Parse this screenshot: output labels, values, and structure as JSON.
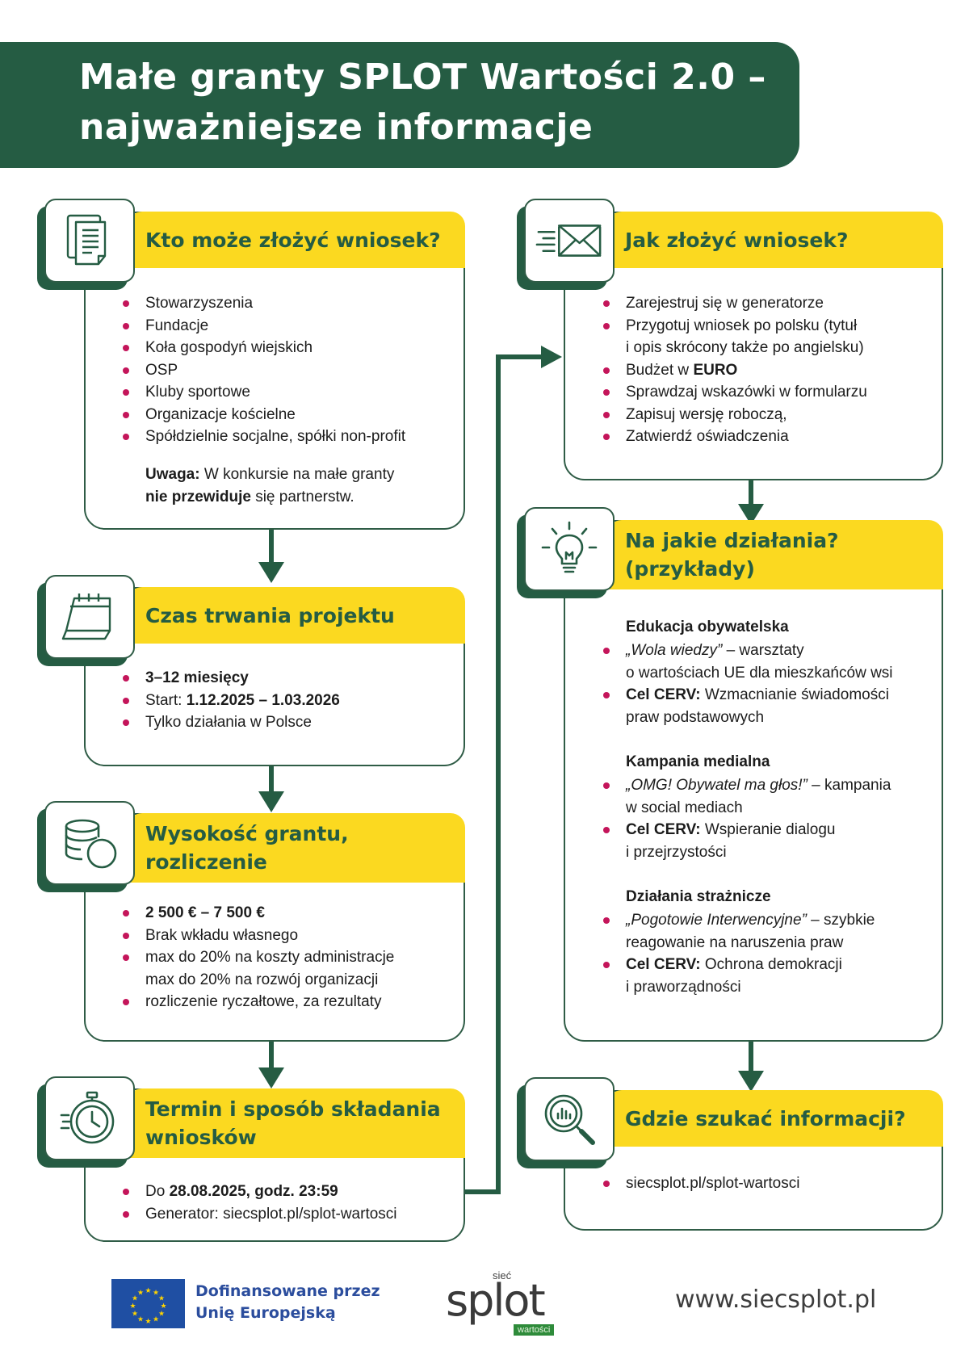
{
  "title": {
    "line1": "Małe granty SPLOT Wartości 2.0 –",
    "line2": "najważniejsze informacje"
  },
  "kto": {
    "heading": "Kto może złożyć wniosek?",
    "icon": "document-icon",
    "items": [
      "Stowarzyszenia",
      "Fundacje",
      "Koła gospodyń wiejskich",
      "OSP",
      "Kluby sportowe",
      "Organizacje kościelne",
      "Spółdzielnie socjalne, spółki non-profit"
    ],
    "note_bold1": "Uwaga:",
    "note_text1": " W konkursie na małe granty",
    "note_bold2": "nie przewiduje",
    "note_text2": " się partnerstw."
  },
  "czas": {
    "heading": "Czas trwania projektu",
    "icon": "calendar-icon",
    "item1": "3–12 miesięcy",
    "item2_label": "Start: ",
    "item2_value": "1.12.2025 – 1.03.2026",
    "item3": "Tylko działania w Polsce"
  },
  "wysokosc": {
    "heading1": "Wysokość grantu,",
    "heading2": "rozliczenie",
    "icon": "coins-icon",
    "item1": "2 500 € – 7 500 €",
    "item2": "Brak wkładu własnego",
    "item3a": "max do 20% na koszty administracje",
    "item3b": "max do 20% na rozwój organizacji",
    "item4": "rozliczenie ryczałtowe, za rezultaty"
  },
  "termin": {
    "heading1": "Termin i sposób składania",
    "heading2": "wniosków",
    "icon": "stopwatch-icon",
    "item1_label": "Do ",
    "item1_value": "28.08.2025, godz. 23:59",
    "item2": "Generator: siecsplot.pl/splot-wartosci"
  },
  "jak": {
    "heading": "Jak złożyć wniosek?",
    "icon": "envelope-icon",
    "item1": "Zarejestruj się w generatorze",
    "item2a": "Przygotuj wniosek po polsku (tytuł",
    "item2b": "i opis skrócony także po angielsku)",
    "item3_label": "Budżet w ",
    "item3_value": "EURO",
    "item4": "Sprawdzaj wskazówki w formularzu",
    "item5": "Zapisuj wersję roboczą,",
    "item6": "Zatwierdź oświadczenia"
  },
  "dzialania": {
    "heading1": "Na jakie działania?",
    "heading2": "(przykłady)",
    "icon": "lightbulb-icon",
    "groups": [
      {
        "title": "Edukacja obywatelska",
        "quote": "„Wola wiedzy”",
        "rest1": " – warsztaty",
        "rest2": "o wartościach UE dla mieszkańców wsi",
        "goal_label": "Cel CERV:",
        "goal1": " Wzmacnianie świadomości",
        "goal2": "praw podstawowych"
      },
      {
        "title": "Kampania medialna",
        "quote": "„OMG! Obywatel ma głos!”",
        "rest1": " – kampania",
        "rest2": "w social mediach",
        "goal_label": "Cel CERV:",
        "goal1": " Wspieranie dialogu",
        "goal2": "i przejrzystości"
      },
      {
        "title": "Działania strażnicze",
        "quote": "„Pogotowie Interwencyjne”",
        "rest1": " – szybkie",
        "rest2": "reagowanie na naruszenia praw",
        "goal_label": "Cel CERV:",
        "goal1": " Ochrona demokracji",
        "goal2": "i praworządności"
      }
    ]
  },
  "gdzie": {
    "heading": "Gdzie szukać informacji?",
    "icon": "magnifier-chart-icon",
    "item1": "siecsplot.pl/splot-wartosci"
  },
  "footer": {
    "eu_line1": "Dofinansowane przez",
    "eu_line2": "Unię Europejską",
    "logo_small": "sieć",
    "logo_main": "splot",
    "logo_tag": "wartości",
    "url": "www.siecsplot.pl"
  },
  "colors": {
    "green": "#255c43",
    "yellow": "#fbd920",
    "bullet": "#c4155a",
    "eu_blue": "#1f4fa3"
  }
}
